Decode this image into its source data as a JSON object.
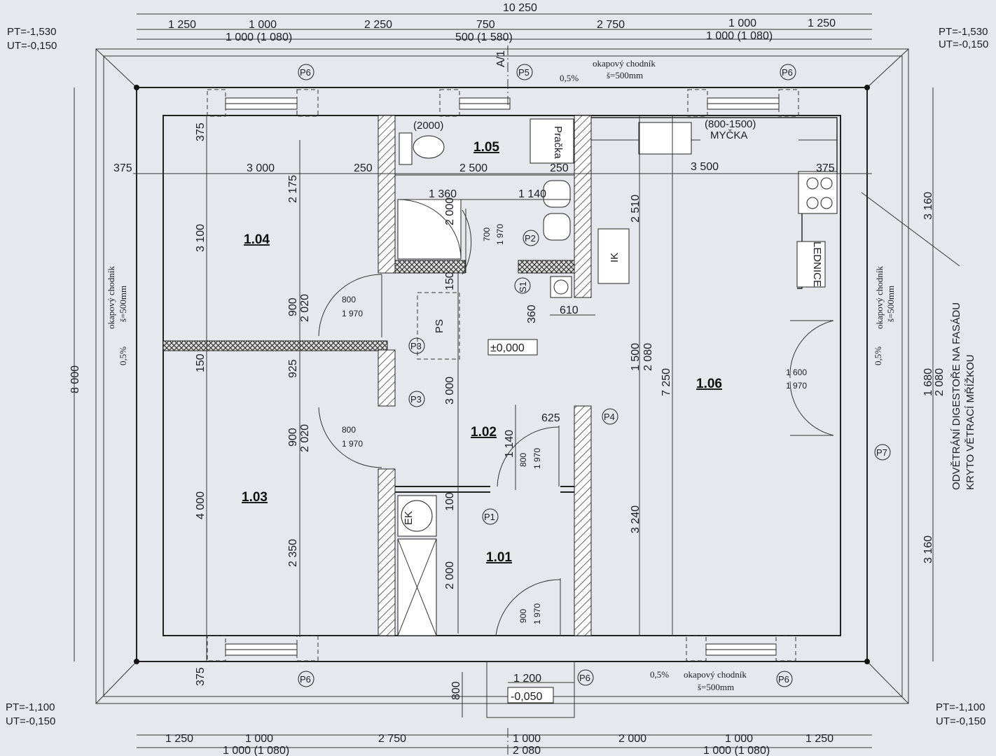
{
  "top_dims": {
    "total": "10 250",
    "row1": [
      "1 250",
      "1 000",
      "2 250",
      "750",
      "2 750",
      "1 000",
      "1 250"
    ],
    "row2": [
      "1 000 (1 080)",
      "500 (1 580)",
      "1 000 (1 080)"
    ]
  },
  "bottom_dims": {
    "row1": [
      "1 250",
      "1 000",
      "2 750",
      "1 000",
      "2 000",
      "1 000",
      "1 250"
    ],
    "row2": [
      "1 000 (1 080)",
      "2 080",
      "1 000 (1 080)"
    ]
  },
  "corners": {
    "tl": [
      "PT=-1,530",
      "UT=-0,150"
    ],
    "tr": [
      "PT=-1,530",
      "UT=-0,150"
    ],
    "bl": [
      "PT=-1,100",
      "UT=-0,150"
    ],
    "br": [
      "PT=-1,100",
      "UT=-0,150"
    ]
  },
  "rooms": {
    "r101": "1.01",
    "r102": "1.02",
    "r103": "1.03",
    "r104": "1.04",
    "r105": "1.05",
    "r106": "1.06"
  },
  "levels": {
    "main": "±0,000",
    "entry": "-0,050"
  },
  "section_mark": "A/1",
  "walkway": {
    "slope": "0,5%",
    "name": "okapový chodník",
    "width": "š=500mm"
  },
  "tags": {
    "p1": "P1",
    "p2": "P2",
    "p3": "P3",
    "p4": "P4",
    "p5": "P5",
    "p6": "P6",
    "p7": "P7",
    "s1": "S1"
  },
  "fixtures": {
    "pracka": "Pračka",
    "myčka": "MYČKA",
    "myčka_range": "(800-1500)",
    "lednice": "LEDNICE",
    "ik": "IK",
    "ps": "PS",
    "ek": "EK",
    "wc_size": "(2000)"
  },
  "vent_note": [
    "ODVĚTRÁNÍ DIGESTOŘE NA FASÁDU",
    "KRYTO VĚTRACÍ MŘÍŽKOU"
  ],
  "inner_dims": {
    "row_a": [
      "375",
      "3 000",
      "250",
      "2 500",
      "250",
      "3 500",
      "375"
    ],
    "d1360": "1 360",
    "d1140": "1 140",
    "d2175": "2 175",
    "d3100": "3 100",
    "d375a": "375",
    "d375b": "375",
    "d900a": "900",
    "d2020a": "2 020",
    "d800a": "800",
    "d1970a": "1 970",
    "d900b": "900",
    "d2020b": "2 020",
    "d800b": "800",
    "d1970b": "1 970",
    "d925": "925",
    "d150a": "150",
    "d4000": "4 000",
    "d2350": "2 350",
    "d2000a": "2 000",
    "d2000b": "2 000",
    "d700": "700",
    "d1970c": "1 970",
    "d150b": "150",
    "d360": "360",
    "d610": "610",
    "d3000": "3 000",
    "d625": "625",
    "d1140b": "1 140",
    "d800c": "800",
    "d1970d": "1 970",
    "d100": "100",
    "d900c": "900",
    "d1970e": "1 970",
    "d1200": "1 200",
    "d800d": "800",
    "d2510": "2 510",
    "d1500": "1 500",
    "d2080a": "2 080",
    "d7250": "7 250",
    "d3240": "3 240",
    "d1600": "1 600",
    "d1970f": "1 970",
    "d3160a": "3 160",
    "d1680": "1 680",
    "d2080b": "2 080",
    "d3160b": "3 160",
    "d8000": "8 000"
  }
}
